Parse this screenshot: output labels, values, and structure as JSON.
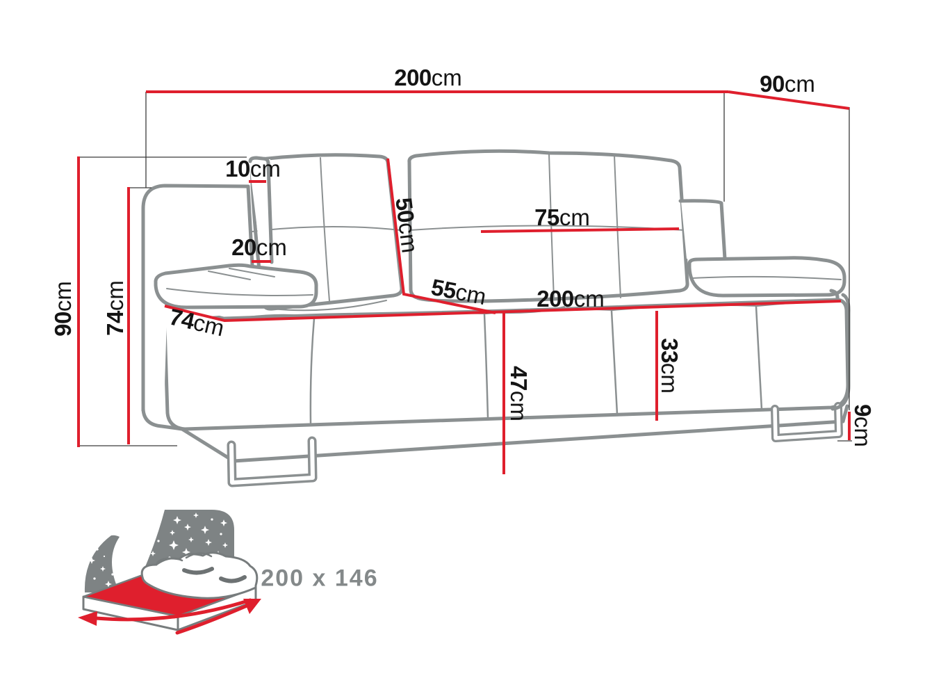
{
  "diagram": {
    "type": "sofa-bed dimension drawing",
    "unit": "cm"
  },
  "dims": {
    "overall_width": {
      "value": "200",
      "unit": "cm"
    },
    "overall_depth": {
      "value": "90",
      "unit": "cm"
    },
    "overall_height": {
      "value": "90",
      "unit": "cm"
    },
    "armrest_height": {
      "value": "74",
      "unit": "cm"
    },
    "armrest_top_thickness": {
      "value": "10",
      "unit": "cm"
    },
    "armrest_thickness": {
      "value": "20",
      "unit": "cm"
    },
    "backrest_cushion_height": {
      "value": "50",
      "unit": "cm"
    },
    "back_cushion_width": {
      "value": "75",
      "unit": "cm"
    },
    "seat_depth": {
      "value": "55",
      "unit": "cm"
    },
    "seat_width": {
      "value": "200",
      "unit": "cm"
    },
    "seat_side_depth": {
      "value": "74",
      "unit": "cm"
    },
    "seat_height": {
      "value": "47",
      "unit": "cm"
    },
    "base_height": {
      "value": "33",
      "unit": "cm"
    },
    "leg_height": {
      "value": "9",
      "unit": "cm"
    }
  },
  "bed_icon": {
    "sleeping_area_label": "200 x 146"
  },
  "colors": {
    "dimension_red": "#df1f2d",
    "sofa_outline_gray": "#8b9091",
    "icon_gray": "#7e8384",
    "label_black": "#141414",
    "bed_label_gray": "#84898a"
  }
}
